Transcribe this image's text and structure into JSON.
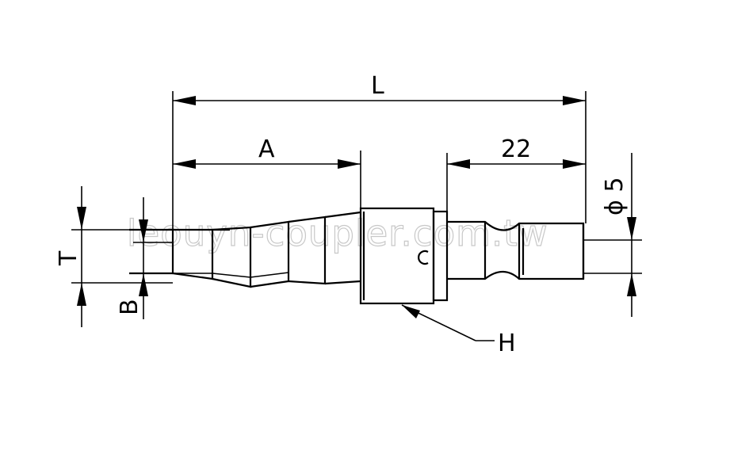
{
  "labels": {
    "L": "L",
    "A": "A",
    "d22": "22",
    "phi5": "ϕ 5",
    "T": "T",
    "B": "B",
    "H": "H"
  },
  "watermark": "leouyn-coupler.com.tw"
}
